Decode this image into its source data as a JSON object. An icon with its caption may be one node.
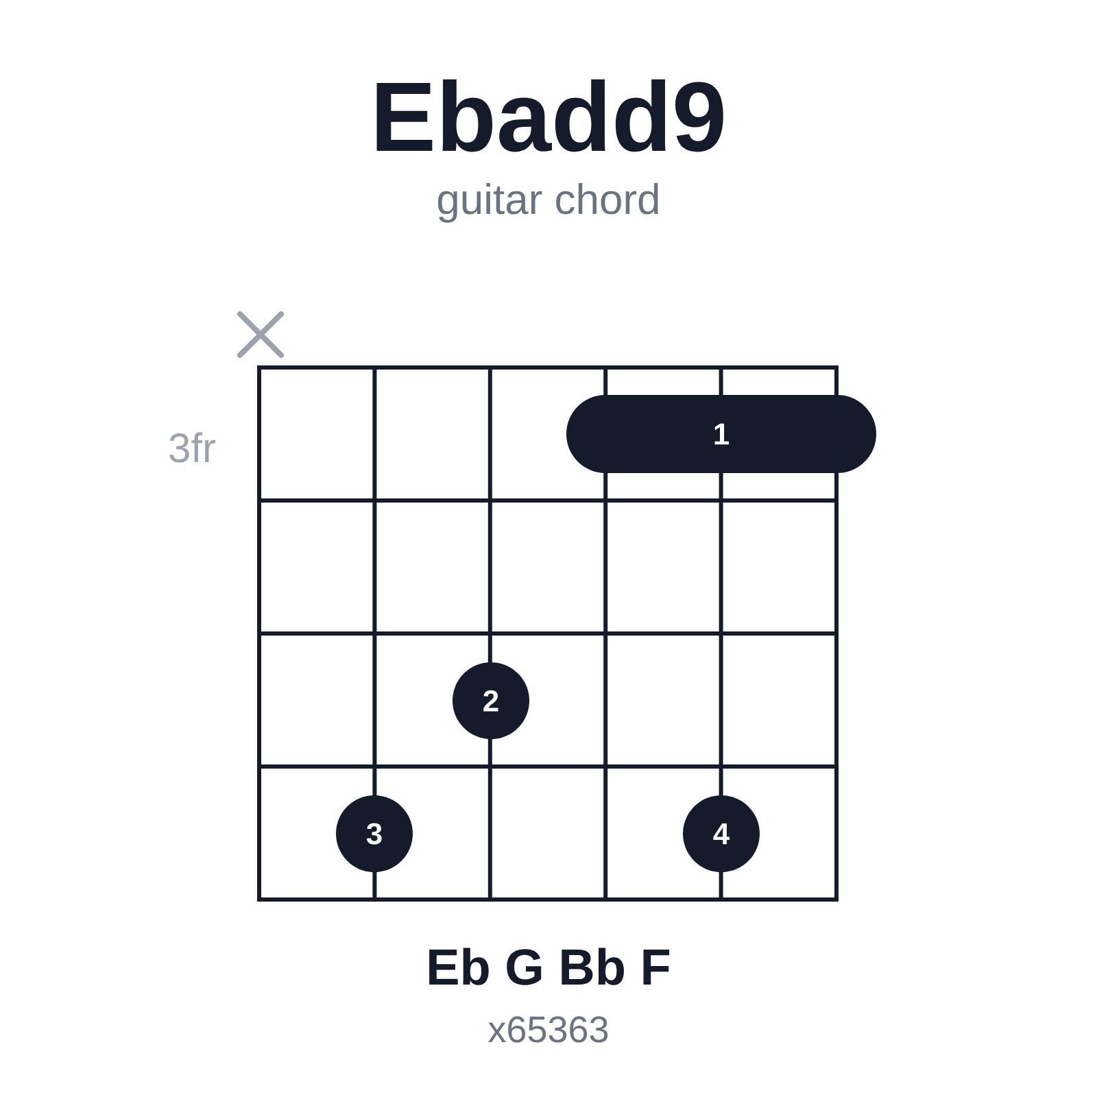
{
  "diagram": {
    "title": "Ebadd9",
    "nodes": [
      {
        "text": [
          "1"
        ]
      },
      {
        "text": [
          "2"
        ]
      },
      {
        "text": [
          "3"
        ]
      },
      {
        "text": [
          "4"
        ]
      }
    ],
    "labels": [
      "guitar chord",
      "3fr",
      "Eb G Bb F",
      "x65363"
    ]
  }
}
